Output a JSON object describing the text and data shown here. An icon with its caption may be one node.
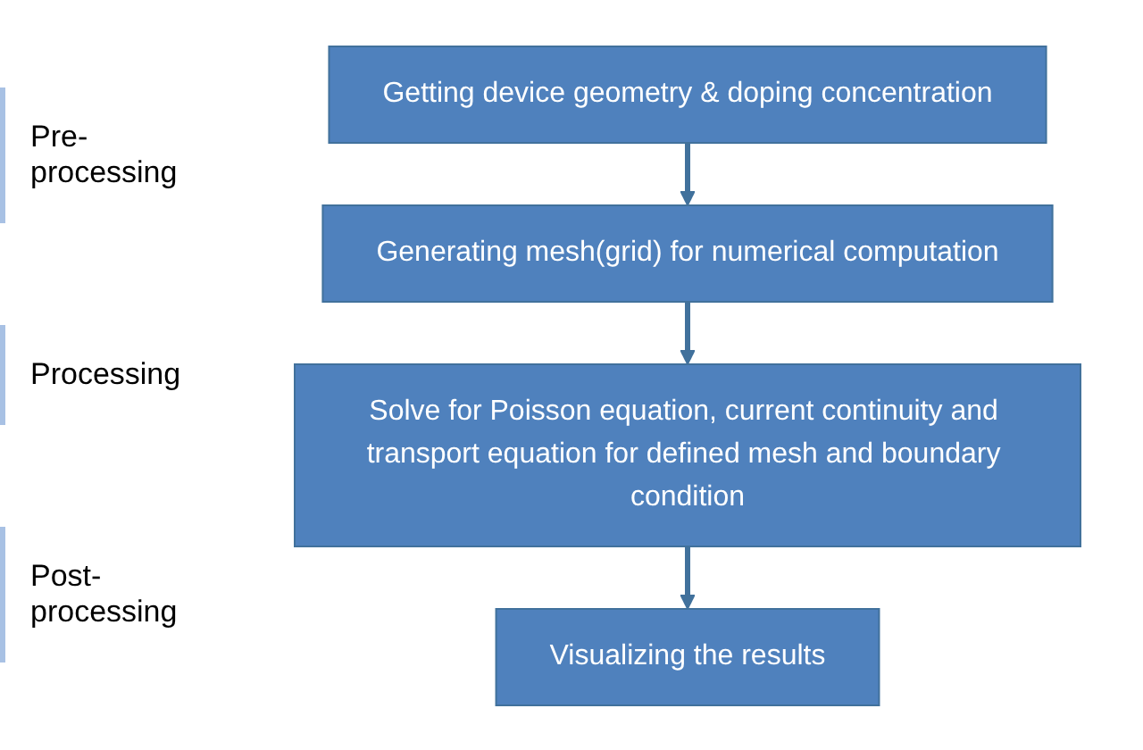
{
  "diagram": {
    "nodes": [
      {
        "text": [
          "Getting device geometry & doping concentration"
        ]
      },
      {
        "text": [
          "Generating mesh(grid) for numerical computation"
        ]
      },
      {
        "text": [
          "Solve for Poisson equation, current continuity and transport equation for defined mesh and boundary condition"
        ]
      },
      {
        "text": [
          "Visualizing the results"
        ]
      }
    ],
    "edges": [
      {
        "from": 0,
        "to": 1,
        "arrow": "to"
      },
      {
        "from": 1,
        "to": 2,
        "arrow": "to"
      },
      {
        "from": 2,
        "to": 3,
        "arrow": "to"
      }
    ],
    "labels": [
      "Pre- processing",
      "Processing",
      "Post- processing"
    ]
  }
}
